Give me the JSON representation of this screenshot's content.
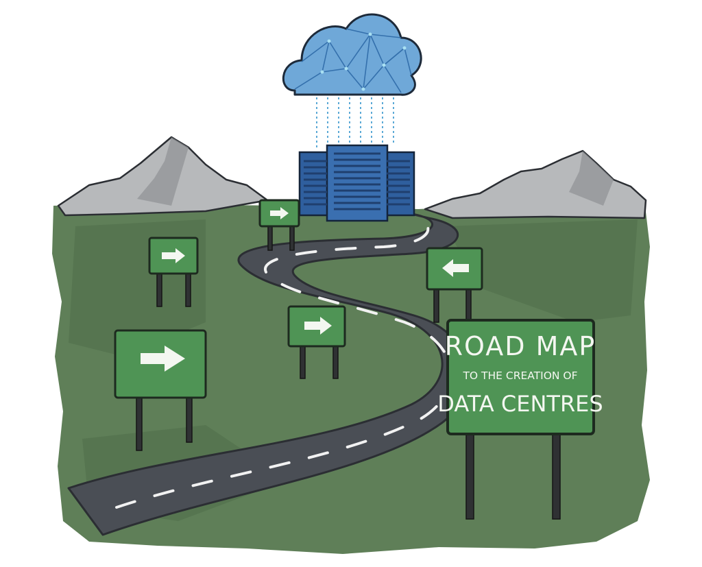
{
  "colors": {
    "background": "#ffffff",
    "grass": "#5f7f58",
    "grass_dark": "#4b6a46",
    "mountain": "#b7b9bb",
    "mountain_shadow": "#8e9194",
    "road": "#4a4e55",
    "road_edge": "#2b2e33",
    "sign": "#4f9455",
    "sign_border": "#1d2a1f",
    "server": "#2f5f9e",
    "server_dark": "#1f3f6e",
    "cloud": "#6fa8d8",
    "cloud_dark": "#2e6aa8",
    "data_rain": "#5aa9d6"
  },
  "main_sign": {
    "line1": "ROAD MAP",
    "line2": "TO THE CREATION OF",
    "line3": "DATA CENTRES"
  },
  "arrow_signs": [
    {
      "direction": "right",
      "icon": "arrow-right-icon"
    },
    {
      "direction": "right",
      "icon": "arrow-right-icon"
    },
    {
      "direction": "right",
      "icon": "arrow-right-icon"
    },
    {
      "direction": "right",
      "icon": "arrow-right-icon"
    },
    {
      "direction": "left",
      "icon": "arrow-left-icon"
    }
  ],
  "icons": {
    "cloud": "cloud-icon",
    "servers": "server-rack-icon",
    "data_stream": "binary-data-icon"
  }
}
